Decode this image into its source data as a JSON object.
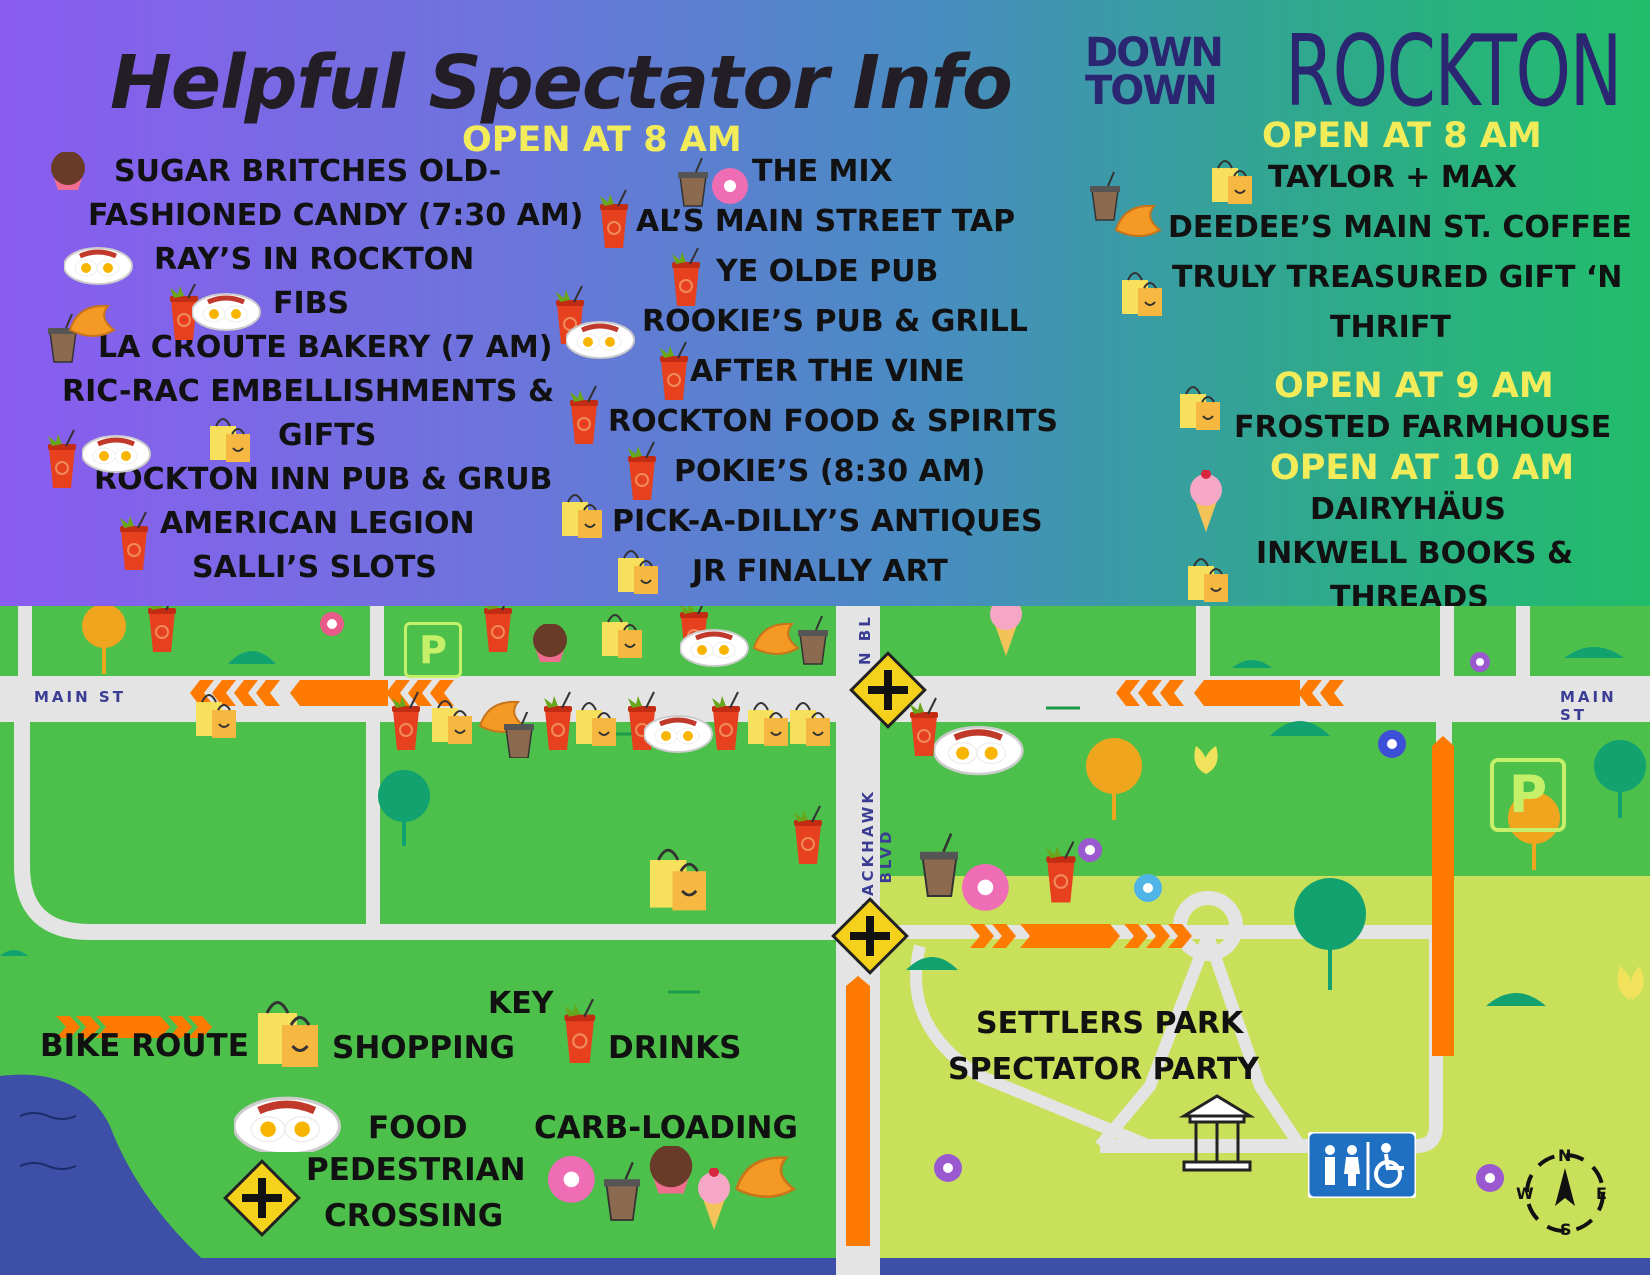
{
  "title": "Helpful Spectator Info",
  "logo": {
    "line1": "DOWN",
    "line2": "TOWN",
    "brand": "ROCKTON"
  },
  "colors": {
    "heading": "#f3ec5a",
    "map_green": "#4cc04a",
    "park": "#c9e05a",
    "road": "#e4e4e4",
    "route": "#ff7a00",
    "water": "#3d4fa6"
  },
  "col1": {
    "heading": "OPEN AT 8 AM",
    "items": [
      "SUGAR BRITCHES OLD-",
      "FASHIONED CANDY (7:30 AM)",
      "RAY’S IN ROCKTON",
      "FIBS",
      "LA CROUTE BAKERY (7 AM)",
      "RIC-RAC EMBELLISHMENTS &",
      "GIFTS",
      "ROCKTON INN PUB & GRUB",
      "AMERICAN LEGION",
      "SALLI’S SLOTS"
    ]
  },
  "col2": {
    "items": [
      "THE MIX",
      "AL’S MAIN STREET TAP",
      "YE OLDE PUB",
      "ROOKIE’S PUB & GRILL",
      "AFTER THE VINE",
      "ROCKTON FOOD & SPIRITS",
      "POKIE’S (8:30 AM)",
      "PICK-A-DILLY’S ANTIQUES",
      "JR FINALLY ART"
    ]
  },
  "col3": {
    "heading_8": "OPEN AT 8 AM",
    "items_8": [
      "TAYLOR + MAX",
      "DEEDEE’S MAIN ST. COFFEE",
      "TRULY TREASURED GIFT ‘N",
      "THRIFT"
    ],
    "heading_9": "OPEN AT 9 AM",
    "items_9": [
      "FROSTED FARMHOUSE"
    ],
    "heading_10": "OPEN AT 10 AM",
    "items_10": [
      "DAIRYHÄUS",
      "INKWELL BOOKS &",
      "THREADS"
    ]
  },
  "map": {
    "main_st_left": "MAIN ST",
    "main_st_right": "MAIN ST",
    "blackhawk": "BLACKHAWK BLVD",
    "blackhawk_top": "N BL",
    "parking": "P",
    "park_line1": "SETTLERS PARK",
    "park_line2": "SPECTATOR PARTY",
    "compass": {
      "n": "N",
      "s": "S",
      "e": "E",
      "w": "W"
    }
  },
  "key": {
    "title": "KEY",
    "bike_route": "BIKE ROUTE",
    "shopping": "SHOPPING",
    "drinks": "DRINKS",
    "food": "FOOD",
    "carb_loading": "CARB-LOADING",
    "pedestrian_1": "PEDESTRIAN",
    "pedestrian_2": "CROSSING"
  }
}
